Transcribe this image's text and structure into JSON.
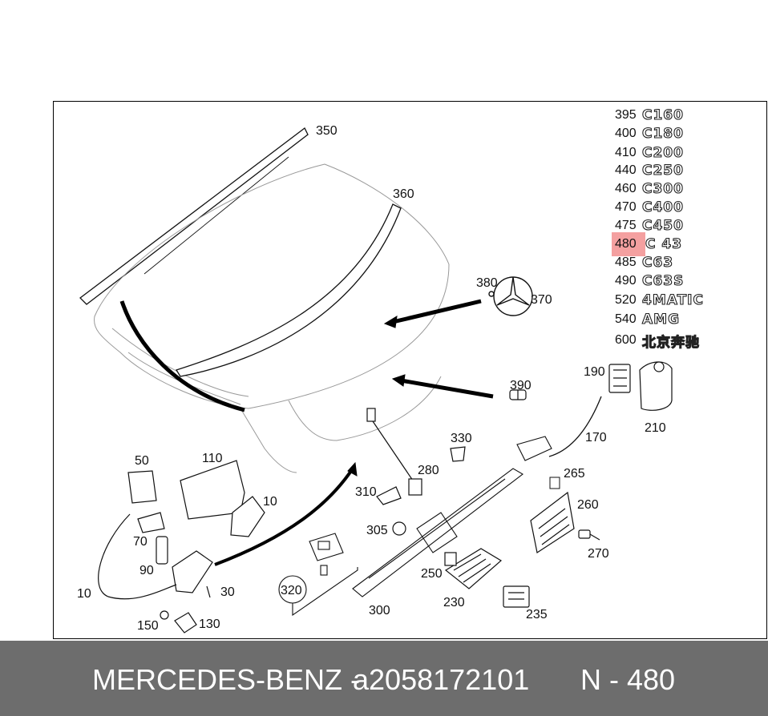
{
  "callouts": {
    "c350": "350",
    "c360": "360",
    "c380": "380",
    "c370": "370",
    "c390": "390",
    "c190": "190",
    "c210": "210",
    "c170": "170",
    "c330": "330",
    "c280": "280",
    "c110": "110",
    "c50": "50",
    "c10a": "10",
    "c10b": "10",
    "c310": "310",
    "c265": "265",
    "c260": "260",
    "c70": "70",
    "c305": "305",
    "c270": "270",
    "c90": "90",
    "c250": "250",
    "c320": "320",
    "c30": "30",
    "c230": "230",
    "c300": "300",
    "c235": "235",
    "c150": "150",
    "c130": "130"
  },
  "legend": [
    {
      "num": "395",
      "badge": "C160"
    },
    {
      "num": "400",
      "badge": "C180"
    },
    {
      "num": "410",
      "badge": "C200"
    },
    {
      "num": "440",
      "badge": "C250"
    },
    {
      "num": "460",
      "badge": "C300"
    },
    {
      "num": "470",
      "badge": "C400"
    },
    {
      "num": "475",
      "badge": "C450"
    },
    {
      "num": "480",
      "badge": "C 43",
      "highlight": true
    },
    {
      "num": "485",
      "badge": "C63"
    },
    {
      "num": "490",
      "badge": "C63S"
    },
    {
      "num": "520",
      "badge": "4MATIC"
    },
    {
      "num": "540",
      "badge": "AMG"
    },
    {
      "num": "600",
      "badge": "北京奔驰"
    }
  ],
  "footer": {
    "brand": "MERCEDES-BENZ -",
    "part": "a2058172101",
    "ref": "N - 480"
  },
  "colors": {
    "highlight": "#f4a0a0",
    "footer_bg": "#6d6d6d"
  }
}
